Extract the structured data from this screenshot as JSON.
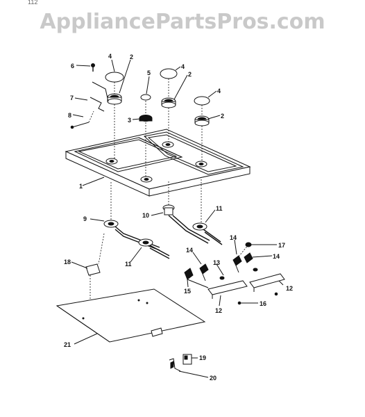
{
  "header": {
    "watermark": "AppliancePartsPros.com",
    "corner_mark": "112"
  },
  "diagram": {
    "callouts": [
      "1",
      "2",
      "2",
      "2",
      "3",
      "4",
      "4",
      "4",
      "5",
      "6",
      "7",
      "8",
      "9",
      "10",
      "11",
      "11",
      "12",
      "12",
      "13",
      "14",
      "14",
      "14",
      "15",
      "16",
      "17",
      "18",
      "19",
      "20",
      "21"
    ]
  }
}
